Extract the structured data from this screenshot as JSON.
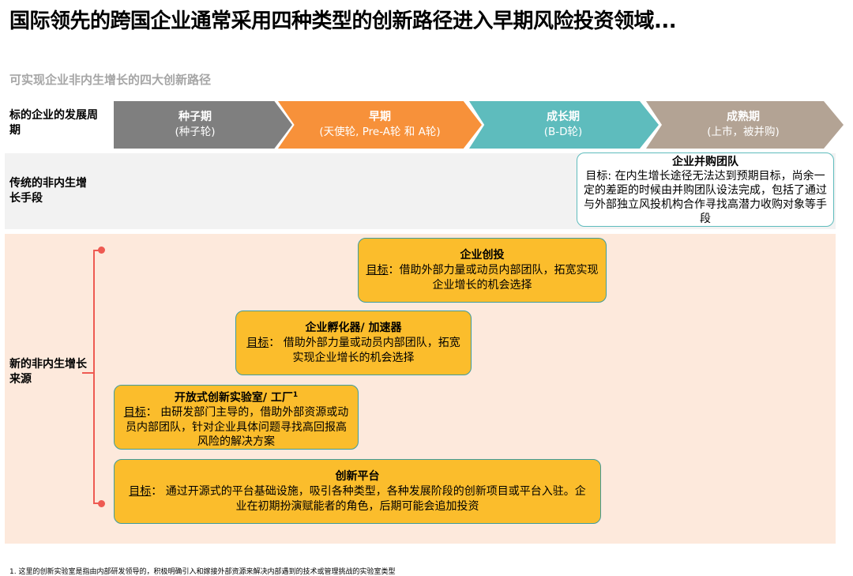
{
  "title": "国际领先的跨国企业通常采用四种类型的创新路径进入早期风险投资领域...",
  "subtitle": "可实现企业非内生增长的四大创新路径",
  "rows": {
    "lifecycle": "标的企业的发展周期",
    "traditional": "传统的非内生增长手段",
    "new_sources": "新的非内生增长来源"
  },
  "stages": [
    {
      "name": "种子期",
      "sub": "(种子轮)"
    },
    {
      "name": "早期",
      "sub": "(天使轮, Pre-A轮 和 A轮)"
    },
    {
      "name": "成长期",
      "sub": "(B-D轮)"
    },
    {
      "name": "成熟期",
      "sub": "(上市，被并购)"
    }
  ],
  "ma_team": {
    "title": "企业并购团队",
    "goal_label": "目标:",
    "text": " 在内生增长途径无法达到预期目标，尚余一定的差距的时候由并购团队设法完成，包括了通过与外部独立风投机构合作寻找高潜力收购对象等手段"
  },
  "paths": [
    {
      "title": "企业创投",
      "goal_label": "目标",
      "text": "：借助外部力量或动员内部团队，拓宽实现企业增长的机会选择"
    },
    {
      "title": "企业孵化器/ 加速器",
      "goal_label": "目标",
      "text": "：  借助外部力量或动员内部团队，拓宽实现企业增长的机会选择"
    },
    {
      "title": "开放式创新实验室/ 工厂",
      "title_sup": "1",
      "goal_label": "目标",
      "text": "：  由研发部门主导的，借助外部资源或动员内部团队，针对企业具体问题寻找高回报高风险的解决方案"
    },
    {
      "title": "创新平台",
      "goal_label": "目标",
      "text": "：  通过开源式的平台基础设施，吸引各种类型，各种发展阶段的创新项目或平台入驻。企业在初期扮演赋能者的角色，后期可能会追加投资"
    }
  ],
  "footnote": "1. 这里的创新实验室是指由内部研发领导的，积极明确引入和嫁接外部资源来解决内部遇到的技术或管理挑战的实验室类型",
  "colors": {
    "seed": "#7f7f7f",
    "early": "#f7913a",
    "growth": "#5ebcbd",
    "mature": "#b3a394",
    "box_yellow": "#fbbd2c",
    "bracket": "#ee5a52",
    "peach_band": "#fde9dc",
    "grey_band": "#f2f2f2"
  }
}
